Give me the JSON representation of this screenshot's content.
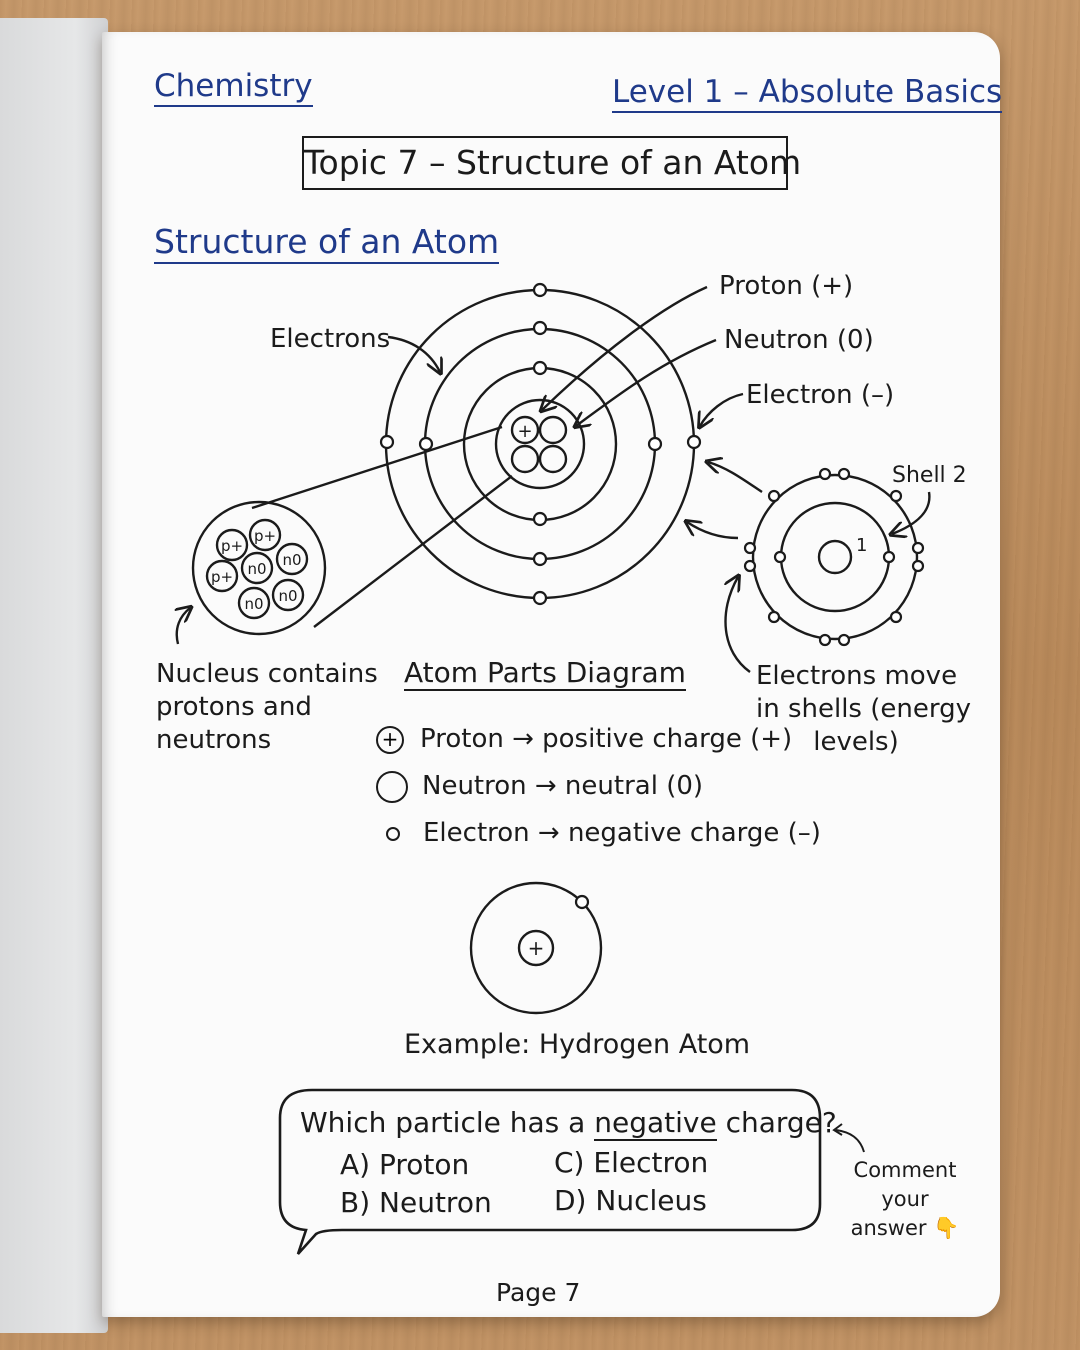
{
  "header": {
    "subject": "Chemistry",
    "level": "Level 1 – Absolute Basics"
  },
  "topic_title": "Topic 7 – Structure of an Atom",
  "section_title": "Structure of an Atom",
  "diagram": {
    "labels": {
      "electrons": "Electrons",
      "proton": "Proton (+)",
      "neutron": "Neutron (0)",
      "electron": "Electron (–)",
      "shell2": "Shell 2",
      "shell_number": "1"
    },
    "nucleus_particles": {
      "proton": "p+",
      "neutron": "n0",
      "plus": "+"
    },
    "nucleus_note": [
      "Nucleus contains",
      "protons and",
      "neutrons"
    ],
    "shell_note": [
      "Electrons move",
      "in shells (energy",
      "levels)"
    ]
  },
  "legend": {
    "title": "Atom Parts Diagram",
    "items": [
      {
        "symbol": "proton-symbol",
        "text": "Proton → positive charge (+)"
      },
      {
        "symbol": "neutron-symbol",
        "text": "Neutron → neutral (0)"
      },
      {
        "symbol": "electron-symbol",
        "text": "Electron → negative charge (–)"
      }
    ]
  },
  "example": {
    "caption": "Example: Hydrogen Atom",
    "plus": "+"
  },
  "quiz": {
    "question_before": "Which particle has a ",
    "question_emph": "negative",
    "question_after": " charge?",
    "options": {
      "a": "A) Proton",
      "b": "B) Neutron",
      "c": "C) Electron",
      "d": "D) Nucleus"
    },
    "comment_line1": "Comment your",
    "comment_line2": "answer 👇"
  },
  "footer": {
    "page": "Page 7"
  }
}
